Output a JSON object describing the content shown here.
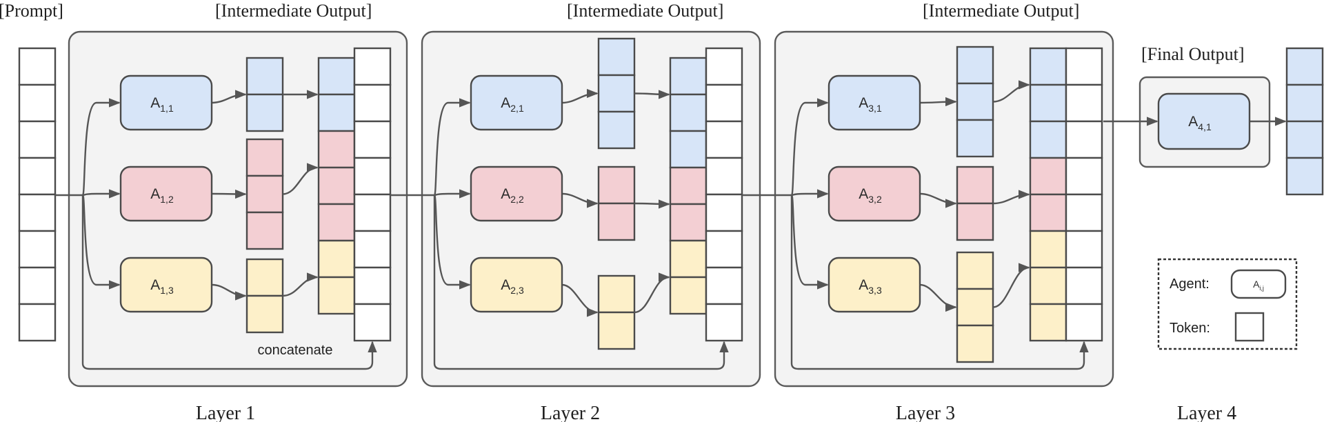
{
  "prompt_label": "[Prompt]",
  "intermediate_label": "[Intermediate Output]",
  "final_label": "[Final Output]",
  "concatenate_label": "concatenate",
  "layers": [
    "Layer 1",
    "Layer 2",
    "Layer 3",
    "Layer 4"
  ],
  "agents": [
    {
      "base": "A",
      "sub": "1,1"
    },
    {
      "base": "A",
      "sub": "1,2"
    },
    {
      "base": "A",
      "sub": "1,3"
    },
    {
      "base": "A",
      "sub": "2,1"
    },
    {
      "base": "A",
      "sub": "2,2"
    },
    {
      "base": "A",
      "sub": "2,3"
    },
    {
      "base": "A",
      "sub": "3,1"
    },
    {
      "base": "A",
      "sub": "3,2"
    },
    {
      "base": "A",
      "sub": "3,3"
    },
    {
      "base": "A",
      "sub": "4,1"
    }
  ],
  "legend": {
    "agent_label": "Agent:",
    "agent_sample": {
      "base": "A",
      "sub": "i,j"
    },
    "token_label": "Token:"
  },
  "colors": {
    "blue": "#d7e5f8",
    "red": "#f3cfd3",
    "yellow": "#fdf0c9",
    "white": "#ffffff",
    "layer_bg": "#f3f3f3",
    "stroke": "#4a4a4a"
  }
}
